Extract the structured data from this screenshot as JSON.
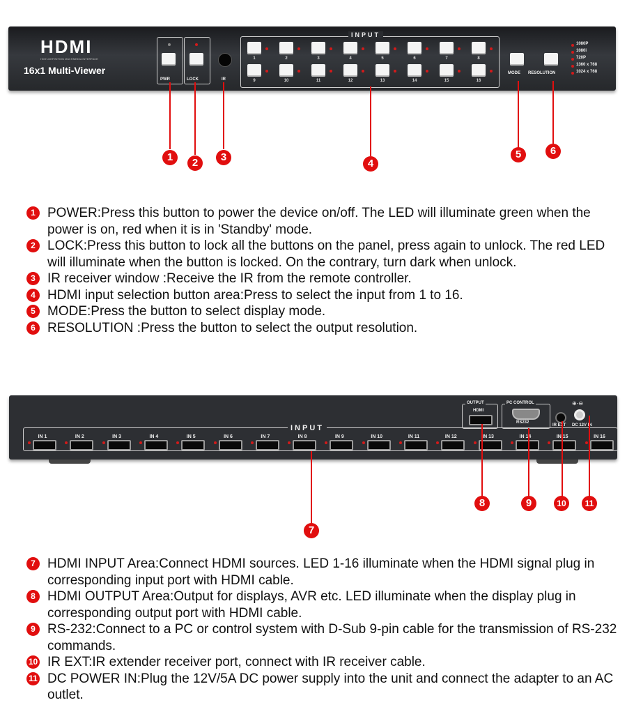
{
  "front": {
    "brand": "HDMI",
    "tagline": "HIGH-DEFINITION MULTIMEDIA INTERFACE",
    "model": "16x1 Multi-Viewer",
    "pwr": "PWR",
    "lock": "LOCK",
    "ir": "IR",
    "input_title": "INPUT",
    "input_numbers": [
      "1",
      "2",
      "3",
      "4",
      "5",
      "6",
      "7",
      "8",
      "9",
      "10",
      "11",
      "12",
      "13",
      "14",
      "15",
      "16"
    ],
    "mode": "MODE",
    "resolution": "RESOLUTION",
    "res_options": [
      "1080P",
      "1080i",
      "720P",
      "1360 x 768",
      "1024 x 768"
    ]
  },
  "back": {
    "input_title": "INPUT",
    "inputs": [
      "IN 1",
      "IN 2",
      "IN 3",
      "IN 4",
      "IN 5",
      "IN 6",
      "IN 7",
      "IN 8",
      "IN 9",
      "IN 10",
      "IN 11",
      "IN 12",
      "IN 13",
      "IN 14",
      "IN 15",
      "IN 16"
    ],
    "output_title": "OUTPUT",
    "output_port": "HDMI",
    "pc_control": "PC CONTROL",
    "rs232": "RS232",
    "ir_ext": "IR EXT",
    "dc": "DC 12V IN"
  },
  "callouts": [
    "1",
    "2",
    "3",
    "4",
    "5",
    "6",
    "7",
    "8",
    "9",
    "10",
    "11"
  ],
  "legend_front": [
    {
      "n": "1",
      "text": "POWER:Press this button to power the device on/off. The LED will illuminate green when the power is on, red when it is in 'Standby' mode."
    },
    {
      "n": "2",
      "text": "LOCK:Press this button to lock all the buttons on the panel, press again to unlock. The red LED will illuminate when the button is locked. On the contrary, turn dark when unlock."
    },
    {
      "n": "3",
      "text": "IR receiver window :Receive the IR from the remote controller."
    },
    {
      "n": "4",
      "text": "HDMI input selection button area:Press to select the input from 1 to 16."
    },
    {
      "n": "5",
      "text": "MODE:Press the button to select display mode."
    },
    {
      "n": "6",
      "text": "RESOLUTION :Press the button to select the output resolution."
    }
  ],
  "legend_back": [
    {
      "n": "7",
      "text": "HDMI INPUT Area:Connect HDMI sources. LED 1-16 illuminate when the HDMI signal plug in corresponding input port with HDMI cable."
    },
    {
      "n": "8",
      "text": "HDMI OUTPUT Area:Output for displays, AVR etc. LED illuminate when the display plug in corresponding output port with HDMI cable."
    },
    {
      "n": "9",
      "text": "RS-232:Connect to a PC or control system with D-Sub 9-pin cable for the transmission of RS-232 commands."
    },
    {
      "n": "10",
      "text": "IR EXT:IR extender receiver port, connect with IR receiver cable."
    },
    {
      "n": "11",
      "text": "DC POWER IN:Plug the 12V/5A DC power supply into the unit and connect the adapter to an AC outlet."
    }
  ],
  "colors": {
    "accent": "#e10e0e",
    "panel": "#2a2c30"
  }
}
